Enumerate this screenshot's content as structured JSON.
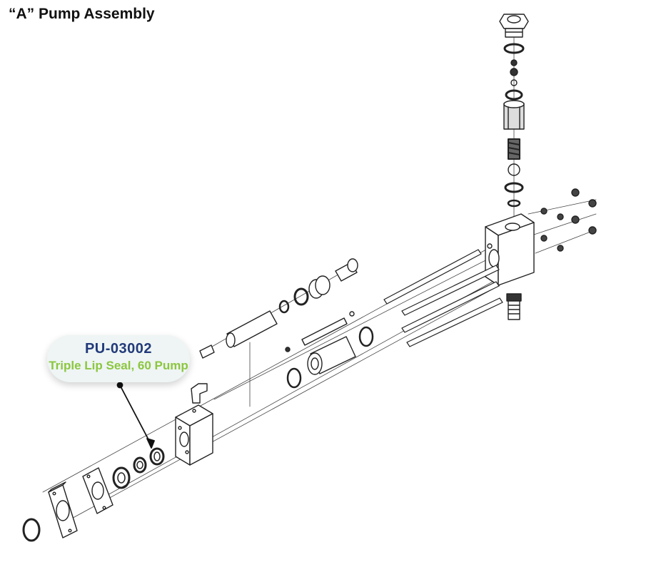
{
  "title": "“A” Pump Assembly",
  "callout": {
    "part_number": "PU-03002",
    "description": "Triple Lip Seal, 60 Pump"
  },
  "colors": {
    "part_number": "#223a7a",
    "description": "#8cc63f",
    "callout_bg": "#eef5f4",
    "line_art": "#222222"
  }
}
